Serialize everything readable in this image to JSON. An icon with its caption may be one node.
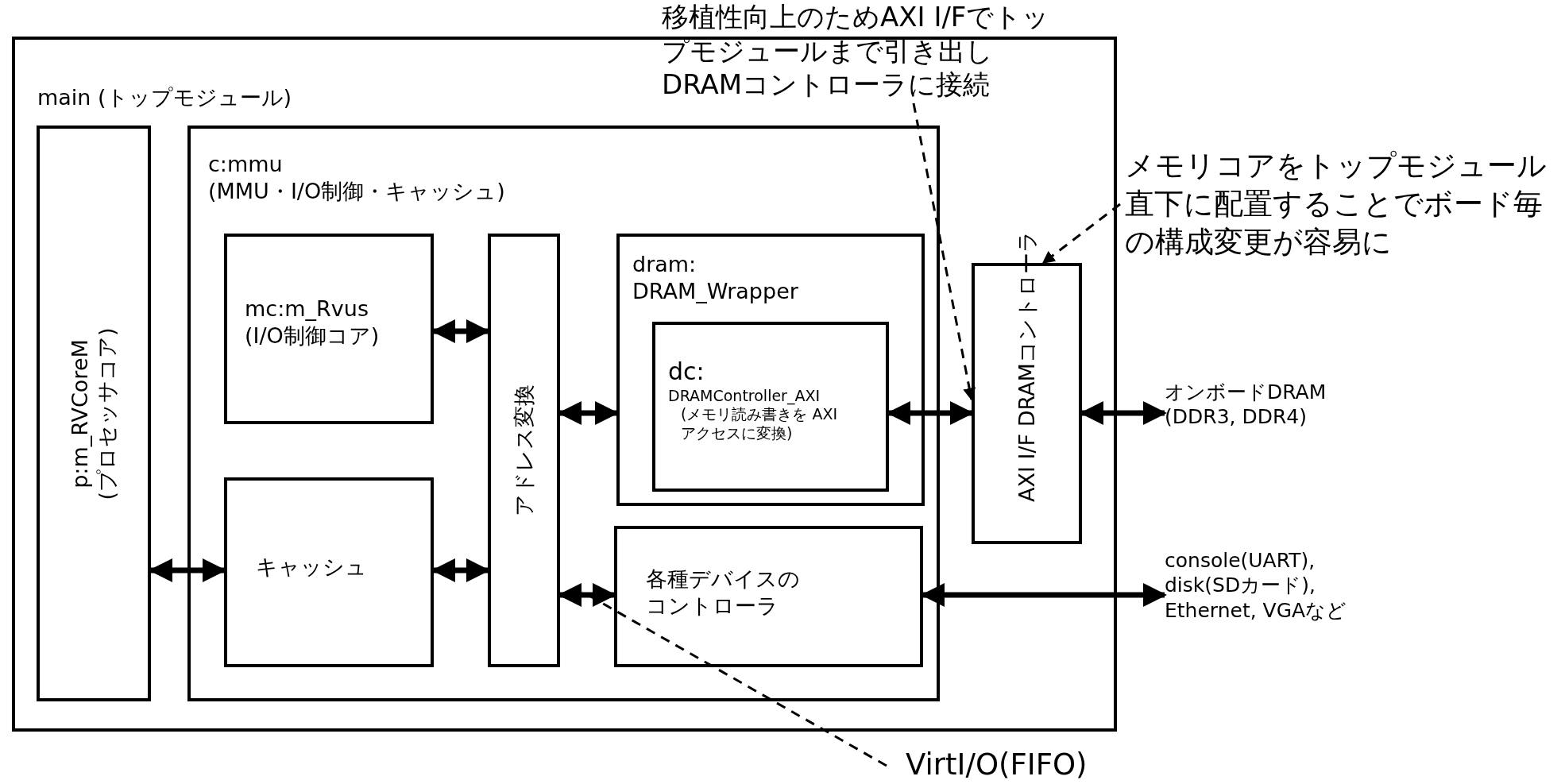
{
  "diagram": {
    "nodes": [
      {
        "text": [
          "main (トップモジュール)"
        ]
      },
      {
        "text": [
          "p:m_RVCoreM",
          "(プロセッサコア)"
        ],
        "in": 0
      },
      {
        "text": [
          "c:mmu",
          "(MMU・I/O制御・キャッシュ)"
        ],
        "in": 0
      },
      {
        "text": [
          "mc:m_Rvus",
          "(I/O制御コア)"
        ],
        "in": 2
      },
      {
        "text": [
          "キャッシュ"
        ],
        "in": 2
      },
      {
        "text": [
          "アドレス変換"
        ],
        "in": 2
      },
      {
        "text": [
          "dram: DRAM_Wrapper"
        ],
        "in": 2
      },
      {
        "text": [
          "dc:",
          "DRAMController_AXI",
          "(メモリ読み書きを AXIアクセスに変換)"
        ],
        "in": 6
      },
      {
        "text": [
          "各種デバイスのコントローラ"
        ],
        "in": 2
      },
      {
        "text": [
          "AXI I/F DRAMコントローラ"
        ],
        "in": 0
      },
      {
        "text": [
          "オンボードDRAM (DDR3, DDR4)"
        ]
      },
      {
        "text": [
          "console(UART), disk(SDカード), Ethernet, VGAなど"
        ]
      },
      {
        "text": [
          "移植性向上のためAXI I/Fでトップモジュールまで引き出しDRAMコントローラに接続"
        ]
      },
      {
        "text": [
          "メモリコアをトップモジュール直下に配置することでボード毎の構成変更が容易に"
        ]
      },
      {
        "text": [
          "VirtI/O(FIFO)"
        ]
      }
    ],
    "edges": [
      {
        "from": 1,
        "to": 4,
        "arrow": "both"
      },
      {
        "from": 3,
        "to": 5,
        "arrow": "both"
      },
      {
        "from": 4,
        "to": 5,
        "arrow": "both"
      },
      {
        "from": 5,
        "to": 6,
        "arrow": "both"
      },
      {
        "from": 5,
        "to": 8,
        "arrow": "both"
      },
      {
        "from": 7,
        "to": 9,
        "arrow": "both"
      },
      {
        "from": 9,
        "to": 10,
        "arrow": "both"
      },
      {
        "from": 8,
        "to": 11,
        "arrow": "both"
      },
      {
        "from": 12,
        "to": 9,
        "arrow": "to",
        "style": "dashed"
      },
      {
        "from": 13,
        "to": 9,
        "arrow": "to",
        "style": "dashed"
      },
      {
        "from": 14,
        "to": null,
        "arrow": "none",
        "style": "dashed"
      }
    ]
  }
}
